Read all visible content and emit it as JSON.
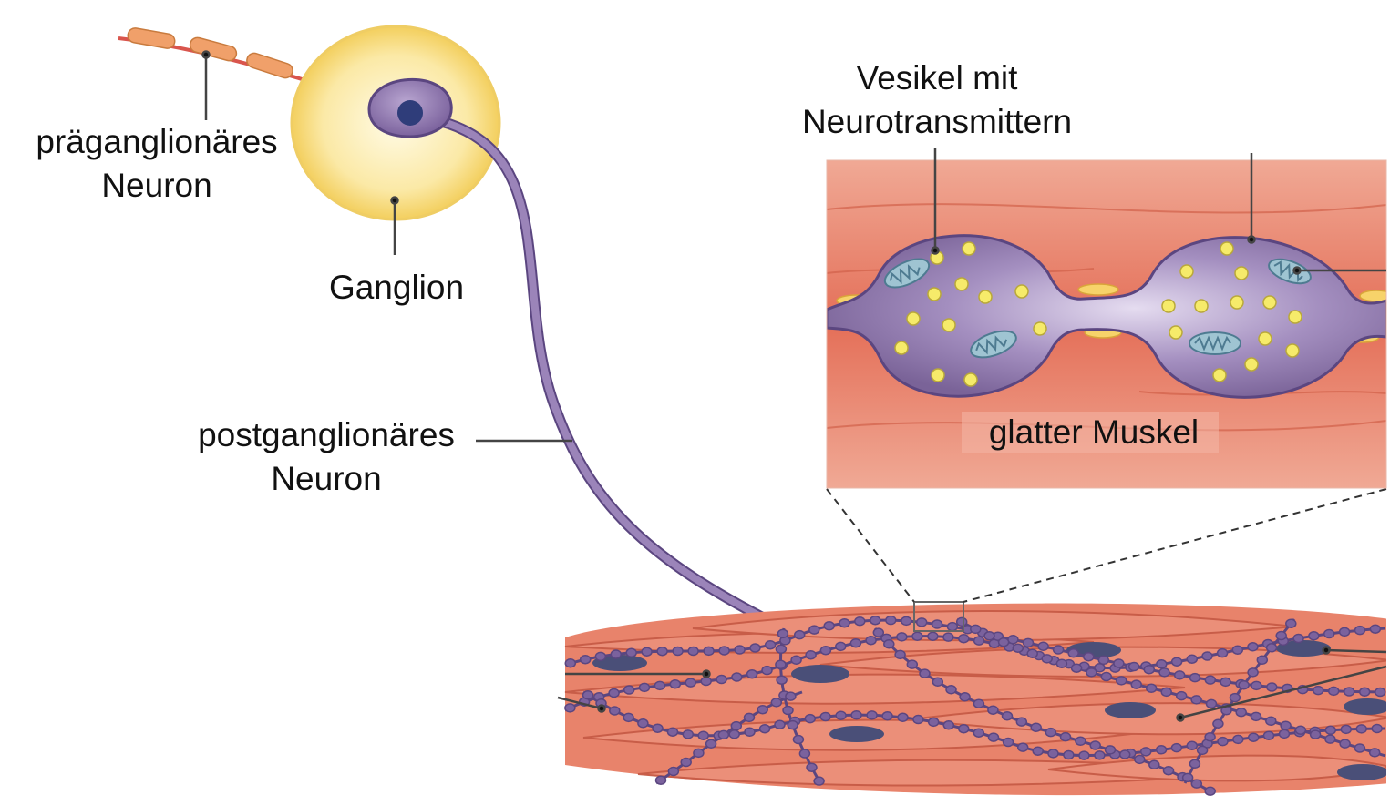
{
  "labels": {
    "preganglionic": {
      "line1": "präganglionäres",
      "line2": "Neuron"
    },
    "ganglion": "Ganglion",
    "postganglionic": {
      "line1": "postganglionäres",
      "line2": "Neuron"
    },
    "vesicle": {
      "line1": "Vesikel mit",
      "line2": "Neurotransmittern"
    },
    "smooth_muscle": "glatter Muskel"
  },
  "colors": {
    "neuron": "#8e74ad",
    "neuron_dark": "#5b4680",
    "ganglion": "#f7d978",
    "muscle": "#e9826a",
    "nucleus": "#4a4f78",
    "vesicle": "#f6eb6a",
    "mitochondrion": "#9fc4d2"
  }
}
